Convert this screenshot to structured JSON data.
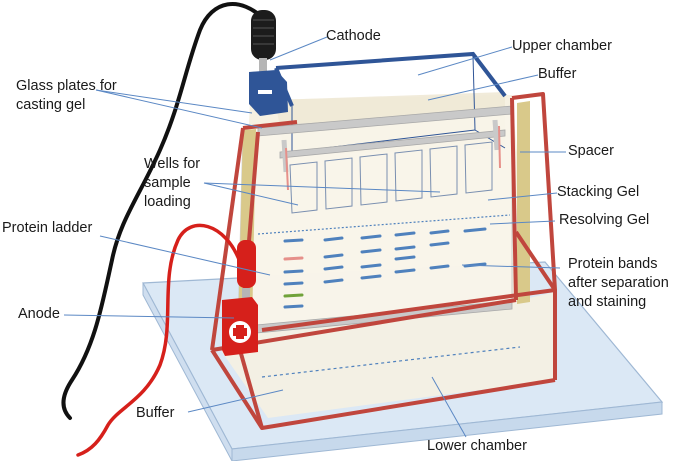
{
  "labels": {
    "cathode": "Cathode",
    "upper_chamber": "Upper chamber",
    "buffer_top": "Buffer",
    "glass_plates": "Glass plates for\ncasting gel",
    "spacer": "Spacer",
    "wells": "Wells for\nsample\nloading",
    "stacking_gel": "Stacking Gel",
    "protein_ladder": "Protein ladder",
    "resolving_gel": "Resolving Gel",
    "protein_bands": "Protein bands\nafter separation\nand staining",
    "anode": "Anode",
    "buffer_bottom": "Buffer",
    "lower_chamber": "Lower chamber"
  },
  "colors": {
    "tank_frame": "#c0463d",
    "upper_chamber_frame": "#2f5597",
    "protein_band": "#4f81bd",
    "ladder_red": "#e6908a",
    "ladder_green": "#70a23a",
    "cathode_cable": "#111111",
    "anode_cable": "#d6201b",
    "base_plate": "#dbe8f5",
    "spacer": "#d9c98a"
  },
  "icons": {
    "cathode_terminal": "minus-sign-icon",
    "anode_terminal": "plus-sign-icon"
  }
}
